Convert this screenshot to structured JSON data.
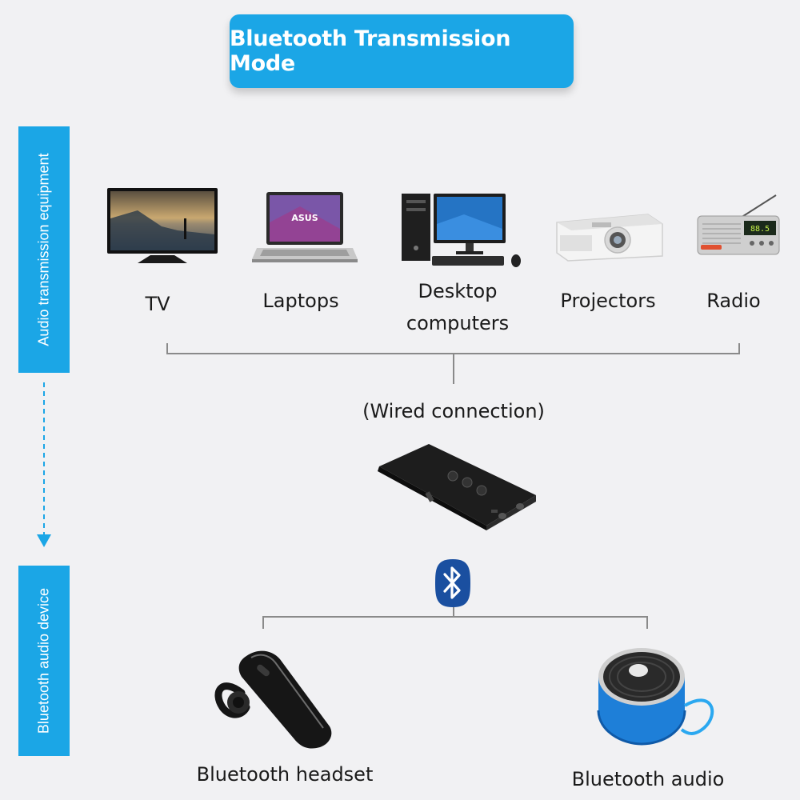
{
  "title": "Bluetooth Transmission Mode",
  "side_labels": {
    "top": "Audio transmission equipment",
    "bottom": "Bluetooth audio device"
  },
  "sources": [
    {
      "label": "TV"
    },
    {
      "label": "Laptops"
    },
    {
      "label_line1": "Desktop",
      "label_line2": "computers"
    },
    {
      "label": "Projectors"
    },
    {
      "label": "Radio"
    }
  ],
  "connection_label": "(Wired connection)",
  "laptop_brand": "ASUS",
  "radio_display": "88.5",
  "outputs": [
    {
      "label": "Bluetooth headset"
    },
    {
      "label": "Bluetooth audio"
    }
  ],
  "colors": {
    "accent": "#1ba6e6",
    "bluetooth_badge": "#1a4fa0",
    "speaker_blue": "#1e7fd8",
    "background": "#f1f1f3"
  },
  "icons": [
    "tv-icon",
    "laptop-icon",
    "desktop-computer-icon",
    "projector-icon",
    "radio-icon",
    "bluetooth-transmitter-icon",
    "bluetooth-icon",
    "bluetooth-headset-icon",
    "bluetooth-speaker-icon",
    "arrow-down-icon"
  ]
}
